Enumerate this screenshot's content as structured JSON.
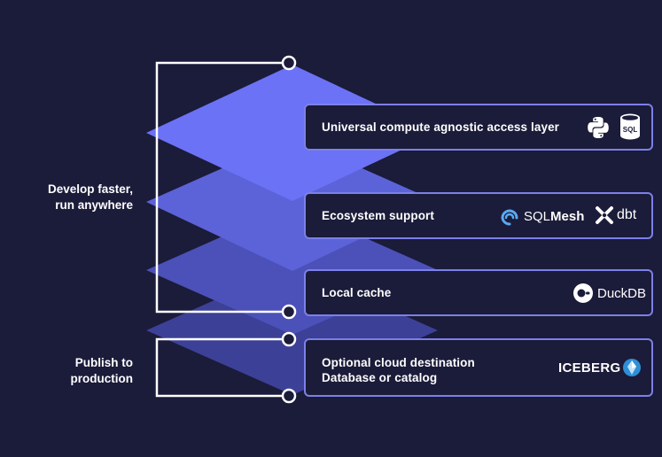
{
  "diagram": {
    "groups": [
      {
        "id": "develop",
        "lines": [
          "Develop faster,",
          "run anywhere"
        ]
      },
      {
        "id": "publish",
        "lines": [
          "Publish to",
          "production"
        ]
      }
    ],
    "layers": [
      {
        "label": "Universal compute agnostic access layer",
        "logos": [
          "python-icon",
          "sql-database-icon"
        ],
        "sql_text": "SQL"
      },
      {
        "label": "Ecosystem support",
        "logos": [
          "sqlmesh-logo",
          "dbt-logo"
        ],
        "sqlmesh_prefix": "SQL",
        "sqlmesh_suffix": "Mesh",
        "dbt_text": "dbt"
      },
      {
        "label": "Local cache",
        "logos": [
          "duckdb-logo"
        ],
        "duckdb_text": "DuckDB"
      },
      {
        "label_lines": [
          "Optional cloud destination",
          "Database or catalog"
        ],
        "logos": [
          "iceberg-logo"
        ],
        "iceberg_text": "ICEBERG"
      }
    ],
    "colors": {
      "background": "#1b1b3a",
      "box_border": "#7c80e8",
      "plane_top": "#6b72f5",
      "plane_2": "#5c63d8",
      "plane_3": "#4b51b8",
      "plane_4": "#3c4096",
      "bracket": "#ffffff"
    }
  }
}
